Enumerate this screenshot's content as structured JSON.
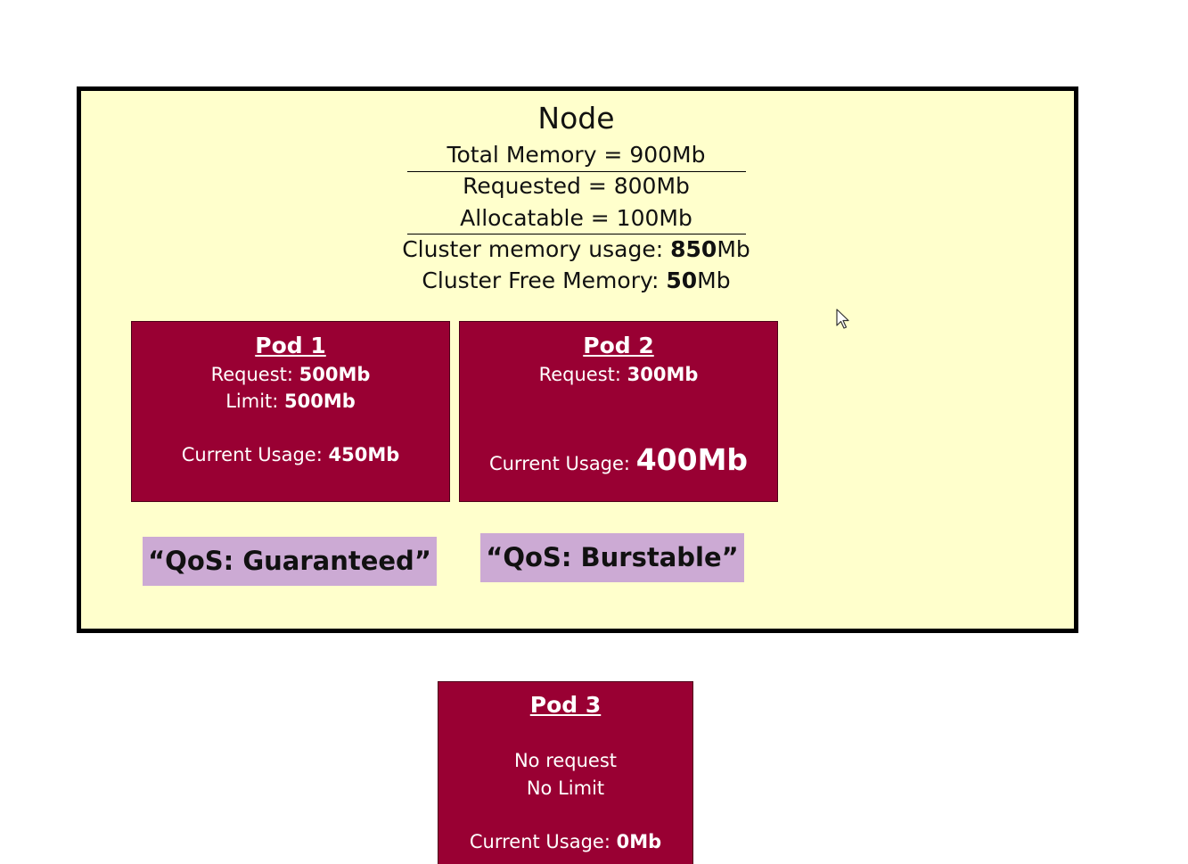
{
  "node": {
    "title": "Node",
    "total_memory": "Total Memory = 900Mb",
    "requested": "Requested = 800Mb",
    "allocatable": "Allocatable = 100Mb",
    "cluster_usage_label": "Cluster memory usage: ",
    "cluster_usage_value": "850",
    "cluster_usage_unit": "Mb",
    "cluster_free_label": "Cluster Free Memory: ",
    "cluster_free_value": "50",
    "cluster_free_unit": "Mb",
    "background_color": "#ffffcc"
  },
  "pods": [
    {
      "title": "Pod 1",
      "request_label": "Request: ",
      "request_value": "500Mb",
      "limit_label": "Limit: ",
      "limit_value": "500Mb",
      "usage_label": "Current Usage: ",
      "usage_value": "450Mb",
      "qos": "“QoS: Guaranteed”"
    },
    {
      "title": "Pod 2",
      "request_label": "Request: ",
      "request_value": "300Mb",
      "usage_label": "Current Usage: ",
      "usage_value": "400Mb",
      "qos": "“QoS: Burstable”"
    },
    {
      "title": "Pod 3",
      "request_text": "No request",
      "limit_text": "No Limit",
      "usage_label": "Current Usage: ",
      "usage_value": "0Mb"
    }
  ],
  "colors": {
    "pod_fill": "#990033",
    "qos_fill": "#ccaad4",
    "border": "#000000"
  }
}
